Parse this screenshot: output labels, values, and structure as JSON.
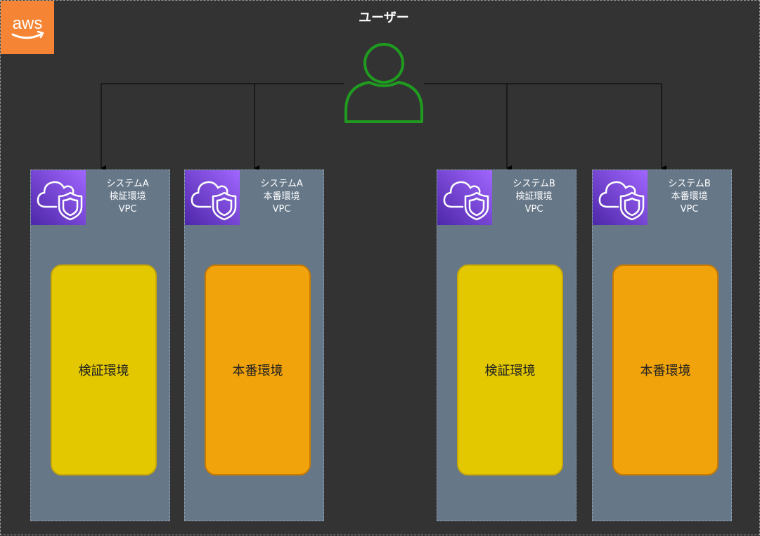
{
  "user": {
    "label": "ユーザー"
  },
  "colors": {
    "background": "#333333",
    "aws_orange": "#f58534",
    "user_green": "#1f9b1f",
    "vpc_fill": "#667788",
    "vpc_icon": "#7b4be0",
    "staging": "#e3c800",
    "production": "#f0a30a",
    "connector": "#000000"
  },
  "vpcs": [
    {
      "title": [
        "システムA",
        "検証環境",
        "VPC"
      ],
      "env_label": "検証環境",
      "env_type": "staging"
    },
    {
      "title": [
        "システムA",
        "本番環境",
        "VPC"
      ],
      "env_label": "本番環境",
      "env_type": "production"
    },
    {
      "title": [
        "システムB",
        "検証環境",
        "VPC"
      ],
      "env_label": "検証環境",
      "env_type": "staging"
    },
    {
      "title": [
        "システムB",
        "本番環境",
        "VPC"
      ],
      "env_label": "本番環境",
      "env_type": "production"
    }
  ]
}
